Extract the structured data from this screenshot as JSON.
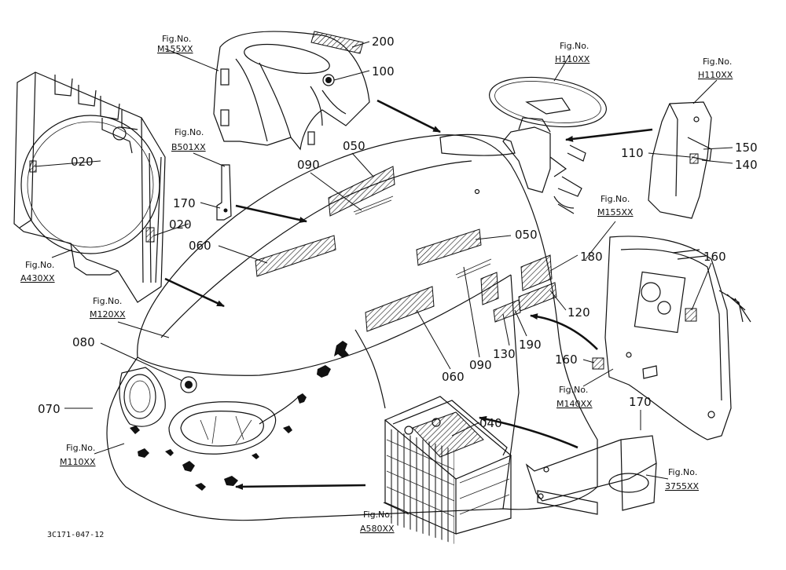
{
  "callouts": {
    "c200": "200",
    "c100": "100",
    "c050a": "050",
    "c090a": "090",
    "c170a": "170",
    "c020a": "020",
    "c020b": "020",
    "c060a": "060",
    "c050b": "050",
    "c180": "180",
    "c120": "120",
    "c130": "130",
    "c190": "190",
    "c090b": "090",
    "c060b": "060",
    "c080": "080",
    "c070": "070",
    "c040": "040",
    "c110": "110",
    "c150": "150",
    "c140": "140",
    "c160a": "160",
    "c160b": "160",
    "c170b": "170"
  },
  "figs": {
    "fig_label": "Fig.No.",
    "m155_top": "M155XX",
    "b501": "B501XX",
    "a430": "A430XX",
    "m120": "M120XX",
    "m110": "M110XX",
    "h110_steer": "H110XX",
    "h110_right": "H110XX",
    "m155_right": "M155XX",
    "m140": "M140XX",
    "a580": "A580XX",
    "s3755": "3755XX"
  },
  "drawing_number": "3C171-047-12"
}
